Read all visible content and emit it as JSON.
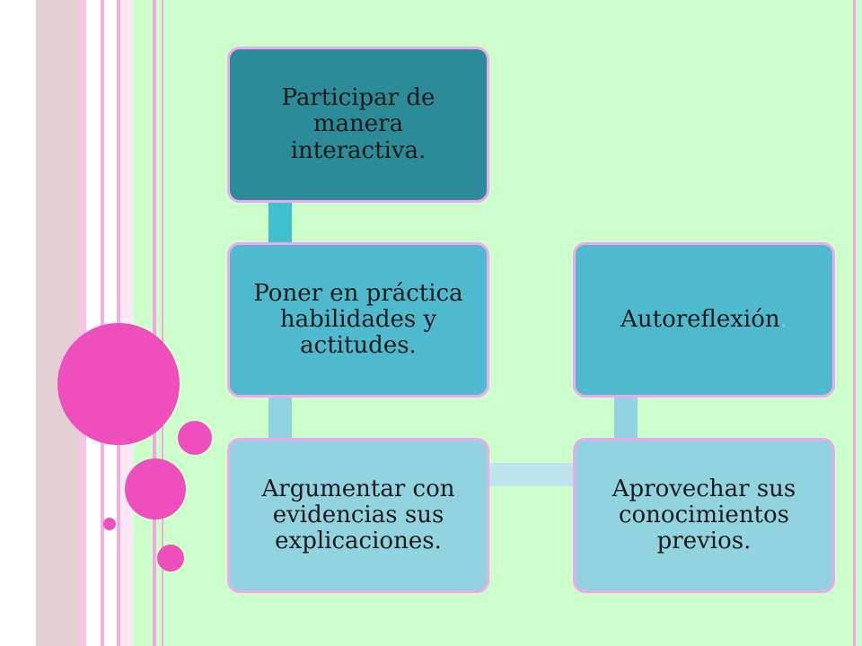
{
  "colors": {
    "background": "#ccffcc",
    "accent_pink": "#ef4fbd",
    "box_dark_teal": "#2c8b99",
    "box_teal": "#4fb9cd",
    "box_light_blue": "#92d3e0",
    "box_border": "#f0a8ec",
    "connector_teal": "#42bfcf",
    "connector_light": "#92d3e0",
    "connector_pale": "#bde6ec"
  },
  "diagram": {
    "box_top": {
      "text": "Participar de manera interactiva."
    },
    "box_middle_left": {
      "text": "Poner en práctica habilidades y actitudes."
    },
    "box_bottom_left": {
      "text": "Argumentar con evidencias sus explicaciones."
    },
    "box_bottom_right": {
      "text": "Aprovechar sus conocimientos previos."
    },
    "box_middle_right": {
      "text": "Autoreflexión",
      "trailing": "."
    }
  }
}
